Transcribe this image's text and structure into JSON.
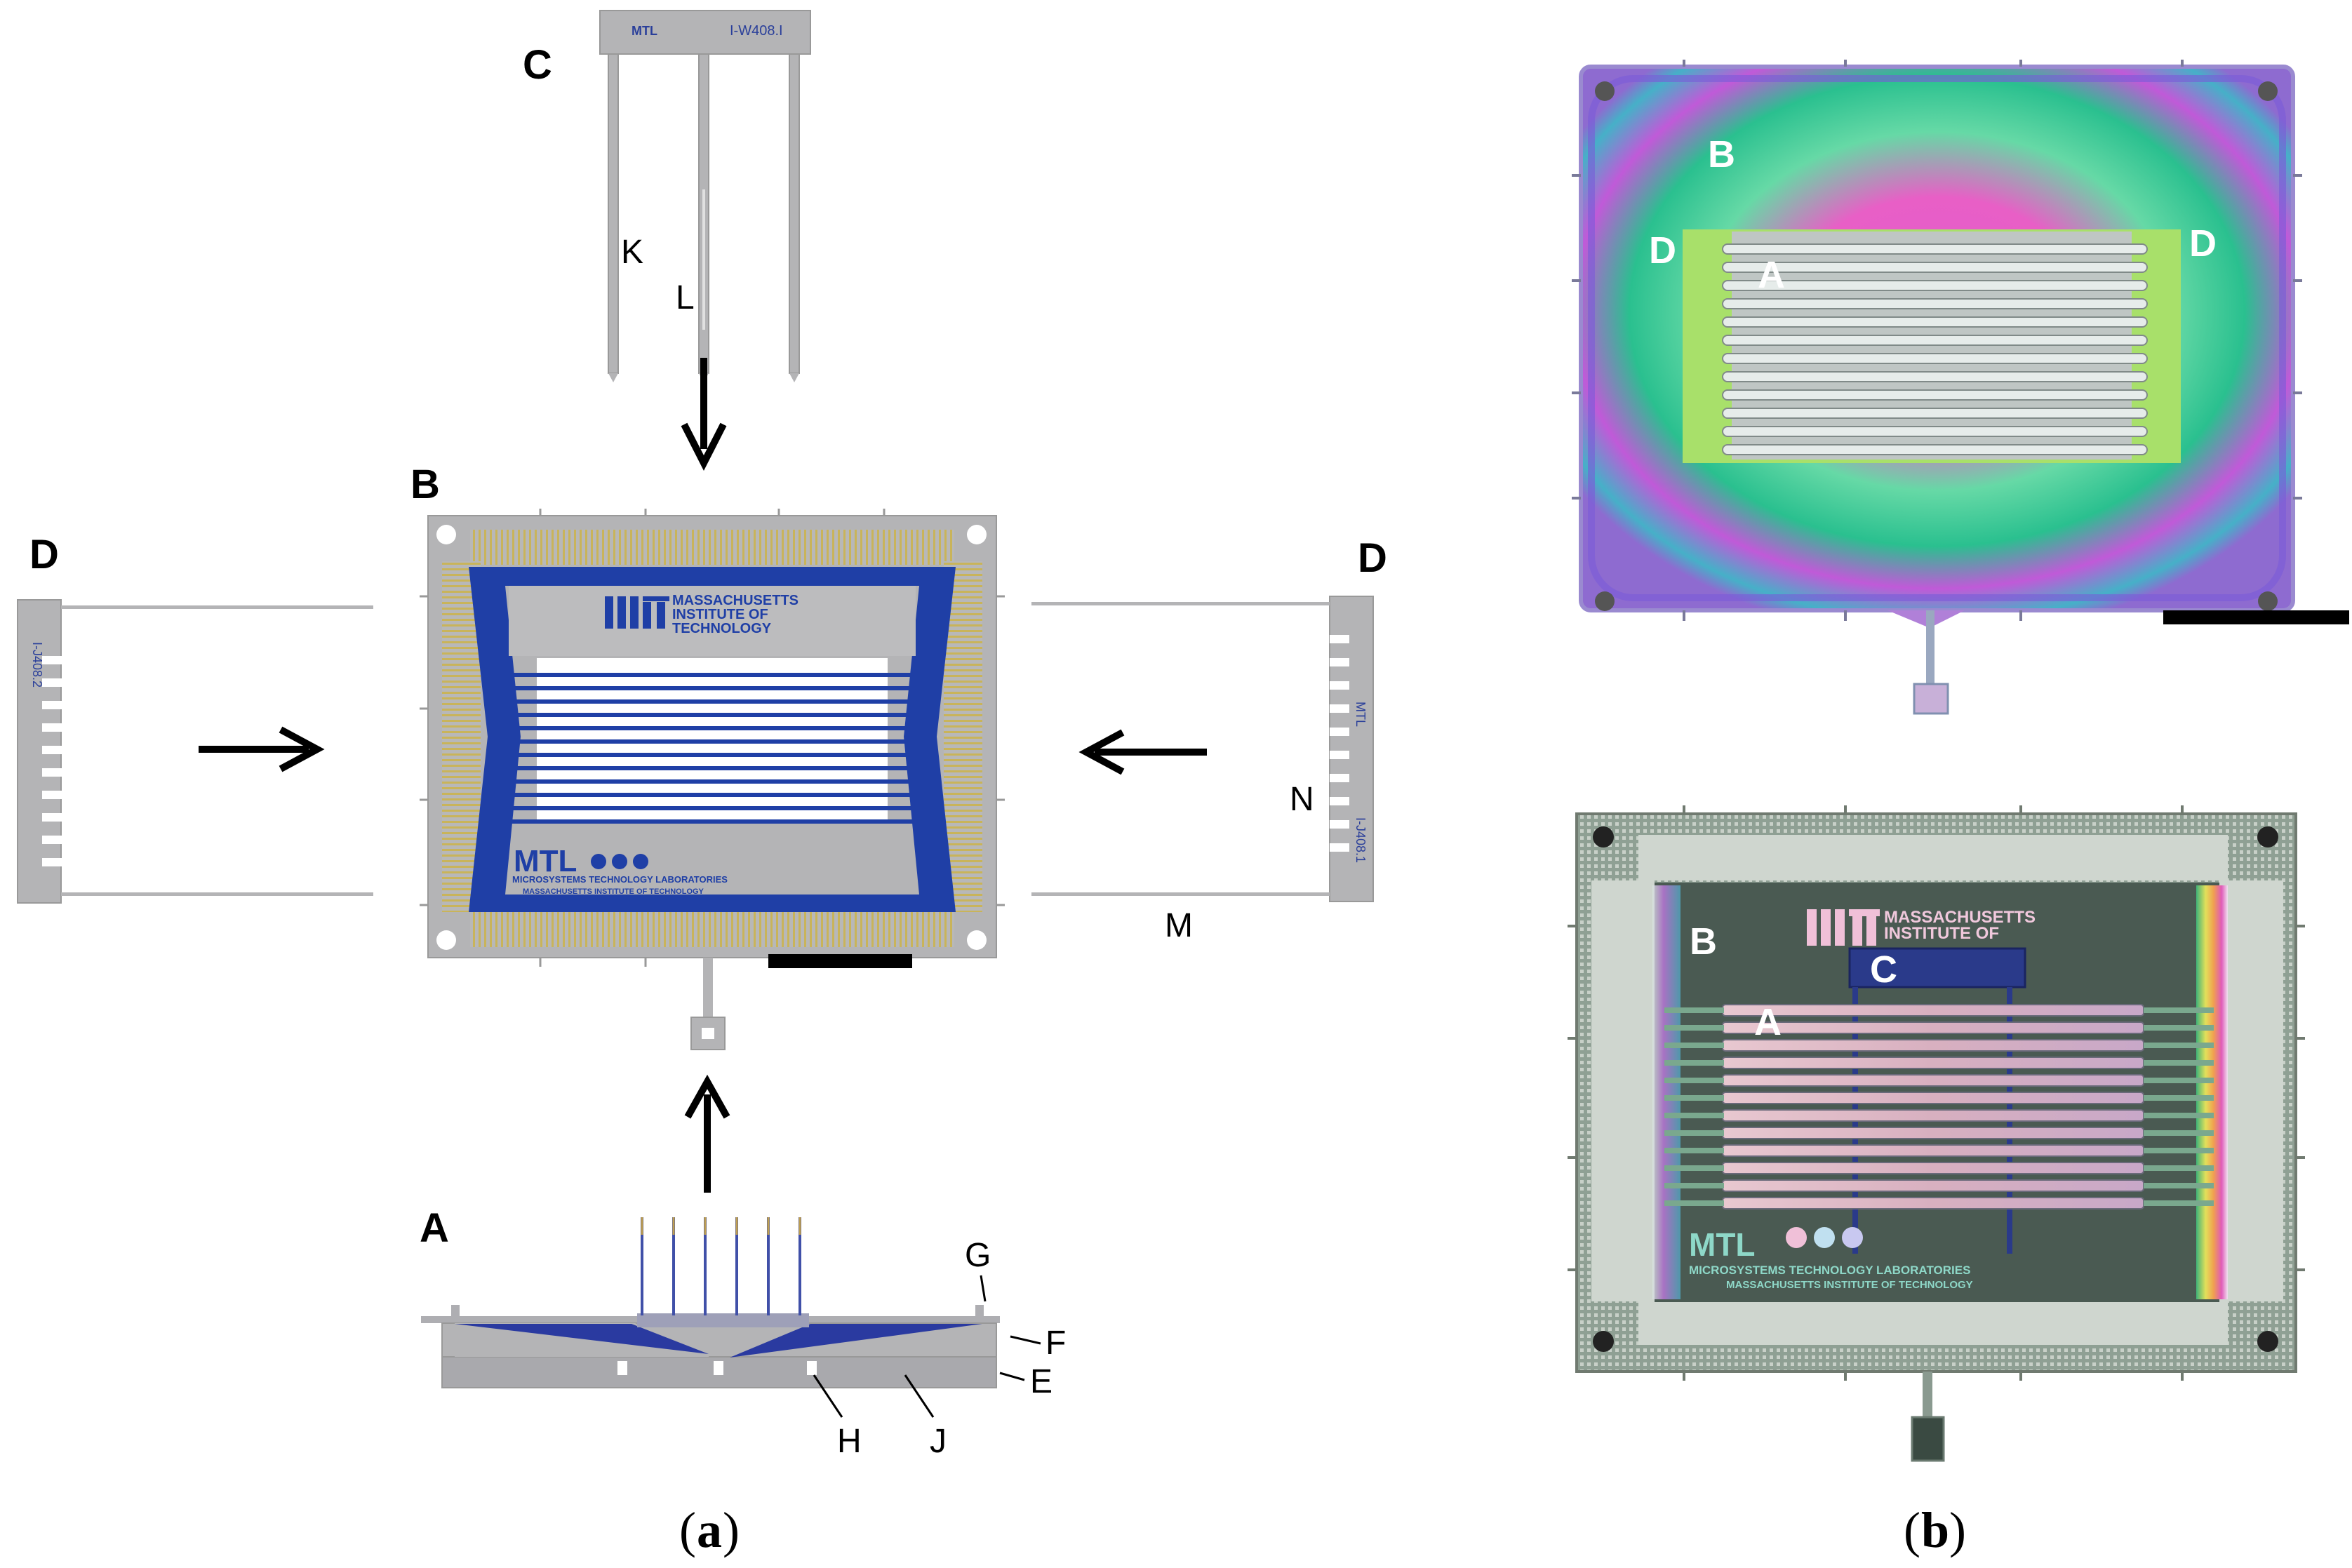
{
  "panel_a": {
    "caption_open": "(",
    "caption_letter": "a",
    "caption_close": ")",
    "labels": {
      "A": "A",
      "B": "B",
      "C": "C",
      "D_left": "D",
      "D_right": "D",
      "E": "E",
      "F": "F",
      "G": "G",
      "H": "H",
      "J": "J",
      "K": "K",
      "L": "L",
      "M": "M",
      "N": "N"
    },
    "chip_text": {
      "institute_line1": "MASSACHUSETTS",
      "institute_line2": "INSTITUTE OF",
      "institute_line3": "TECHNOLOGY",
      "lab_short": "MTL",
      "lab_line1": "MICROSYSTEMS TECHNOLOGY LABORATORIES",
      "lab_line2": "MASSACHUSETTS INSTITUTE OF TECHNOLOGY"
    },
    "comb_text": {
      "c_top_right": "I-W408.I",
      "d_left_id": "I-J408.2",
      "d_right_id": "I-J408.1",
      "d_right_lab": "MTL"
    },
    "colors": {
      "blue": "#1f3fa6",
      "gray": "#b4b4b6",
      "gold": "#c9b45a",
      "white": "#ffffff"
    }
  },
  "panel_b": {
    "caption_open": "(",
    "caption_letter": "b",
    "caption_close": ")",
    "top_photo": {
      "labels": {
        "A": "A",
        "B": "B",
        "D_left": "D",
        "D_right": "D"
      }
    },
    "bottom_photo": {
      "labels": {
        "A": "A",
        "B": "B",
        "C": "C"
      },
      "chip_text": {
        "institute_line1": "MASSACHUSETTS",
        "institute_line2": "INSTITUTE OF",
        "lab_short": "MTL",
        "lab_line1": "MICROSYSTEMS TECHNOLOGY LABORATORIES",
        "lab_line2": "MASSACHUSETTS INSTITUTE OF TECHNOLOGY"
      }
    }
  }
}
